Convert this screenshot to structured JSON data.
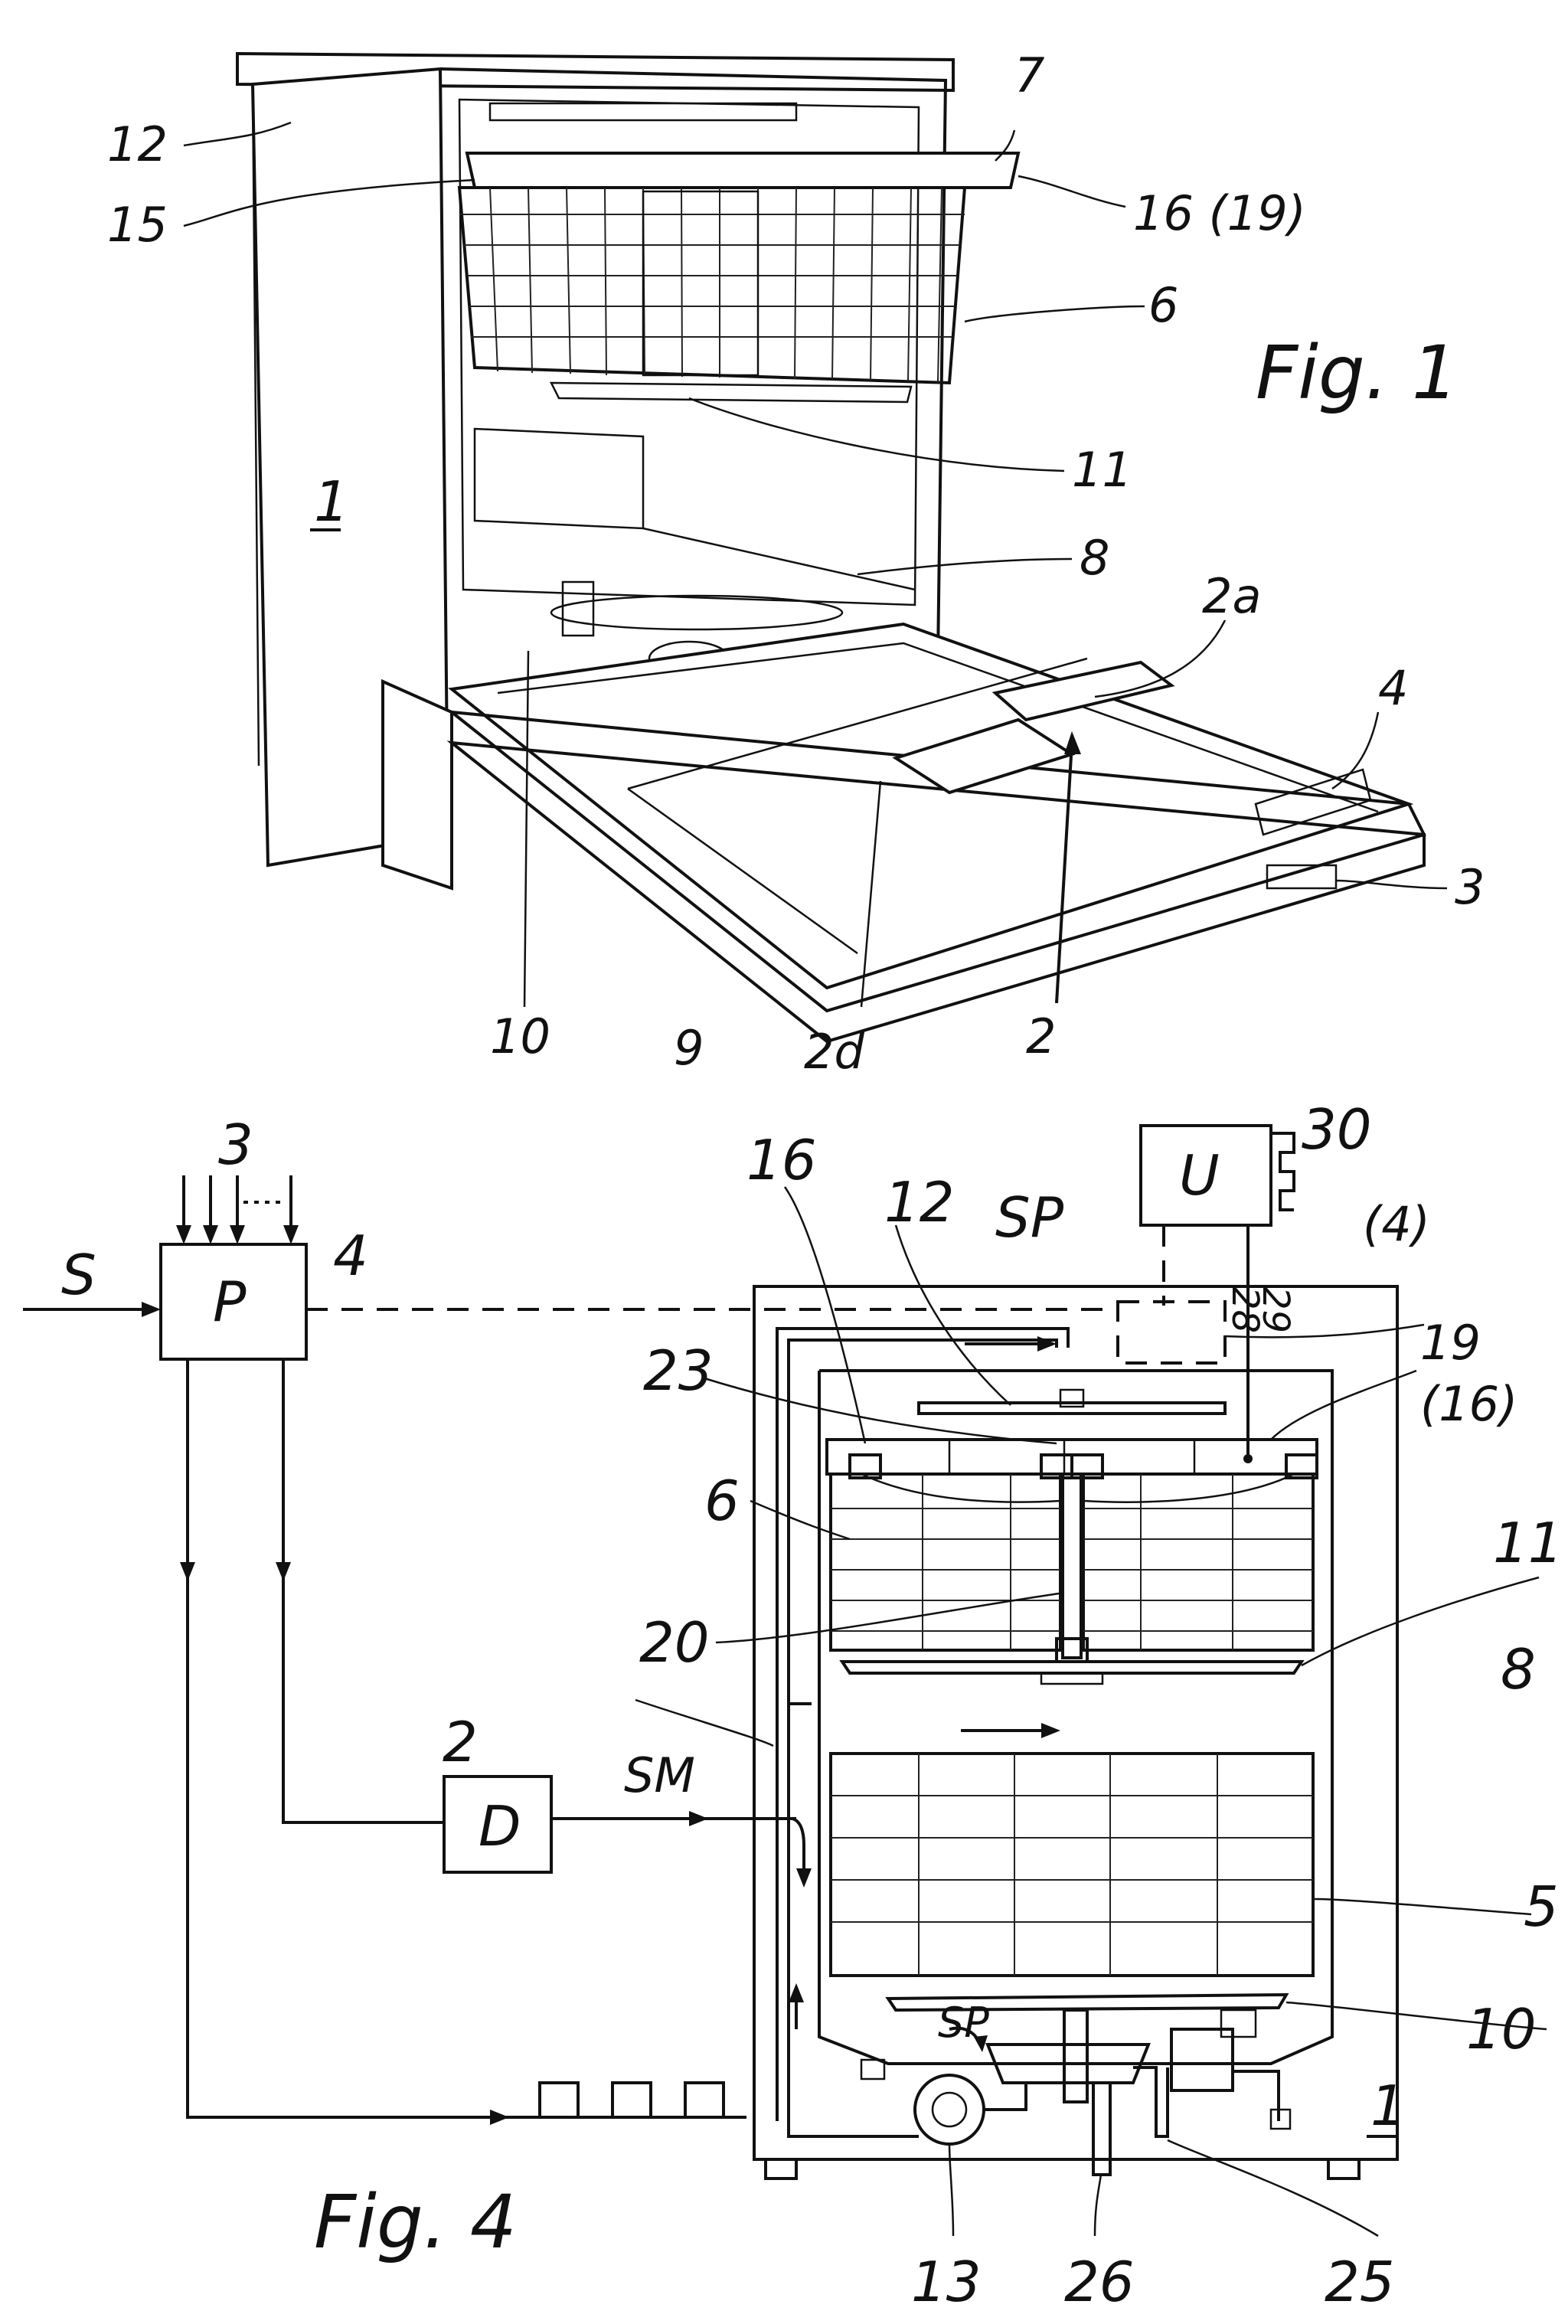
{
  "figure1": {
    "caption": "Fig. 1",
    "labels": {
      "l1": "1",
      "l2": "2",
      "l2a": "2a",
      "l2d": "2d",
      "l3": "3",
      "l4": "4",
      "l6": "6",
      "l7": "7",
      "l8": "8",
      "l9": "9",
      "l10": "10",
      "l11": "11",
      "l12": "12",
      "l15": "15",
      "l16_19": "16 (19)"
    }
  },
  "figure4": {
    "caption": "Fig. 4",
    "blocks": {
      "program": "P",
      "dispenser": "D",
      "controller": "U"
    },
    "signals": {
      "s": "S",
      "sp_top": "SP",
      "sp_bottom": "SP",
      "sm": "SM"
    },
    "labels": {
      "l1": "1",
      "l2": "2",
      "l3": "3",
      "l4": "4",
      "l4_paren": "(4)",
      "l5": "5",
      "l6": "6",
      "l8": "8",
      "l10": "10",
      "l11": "11",
      "l12": "12",
      "l13": "13",
      "l16": "16",
      "l16_paren": "(16)",
      "l19": "19",
      "l20": "20",
      "l23": "23",
      "l25": "25",
      "l26": "26",
      "l28": "28",
      "l29": "29",
      "l30": "30"
    }
  }
}
